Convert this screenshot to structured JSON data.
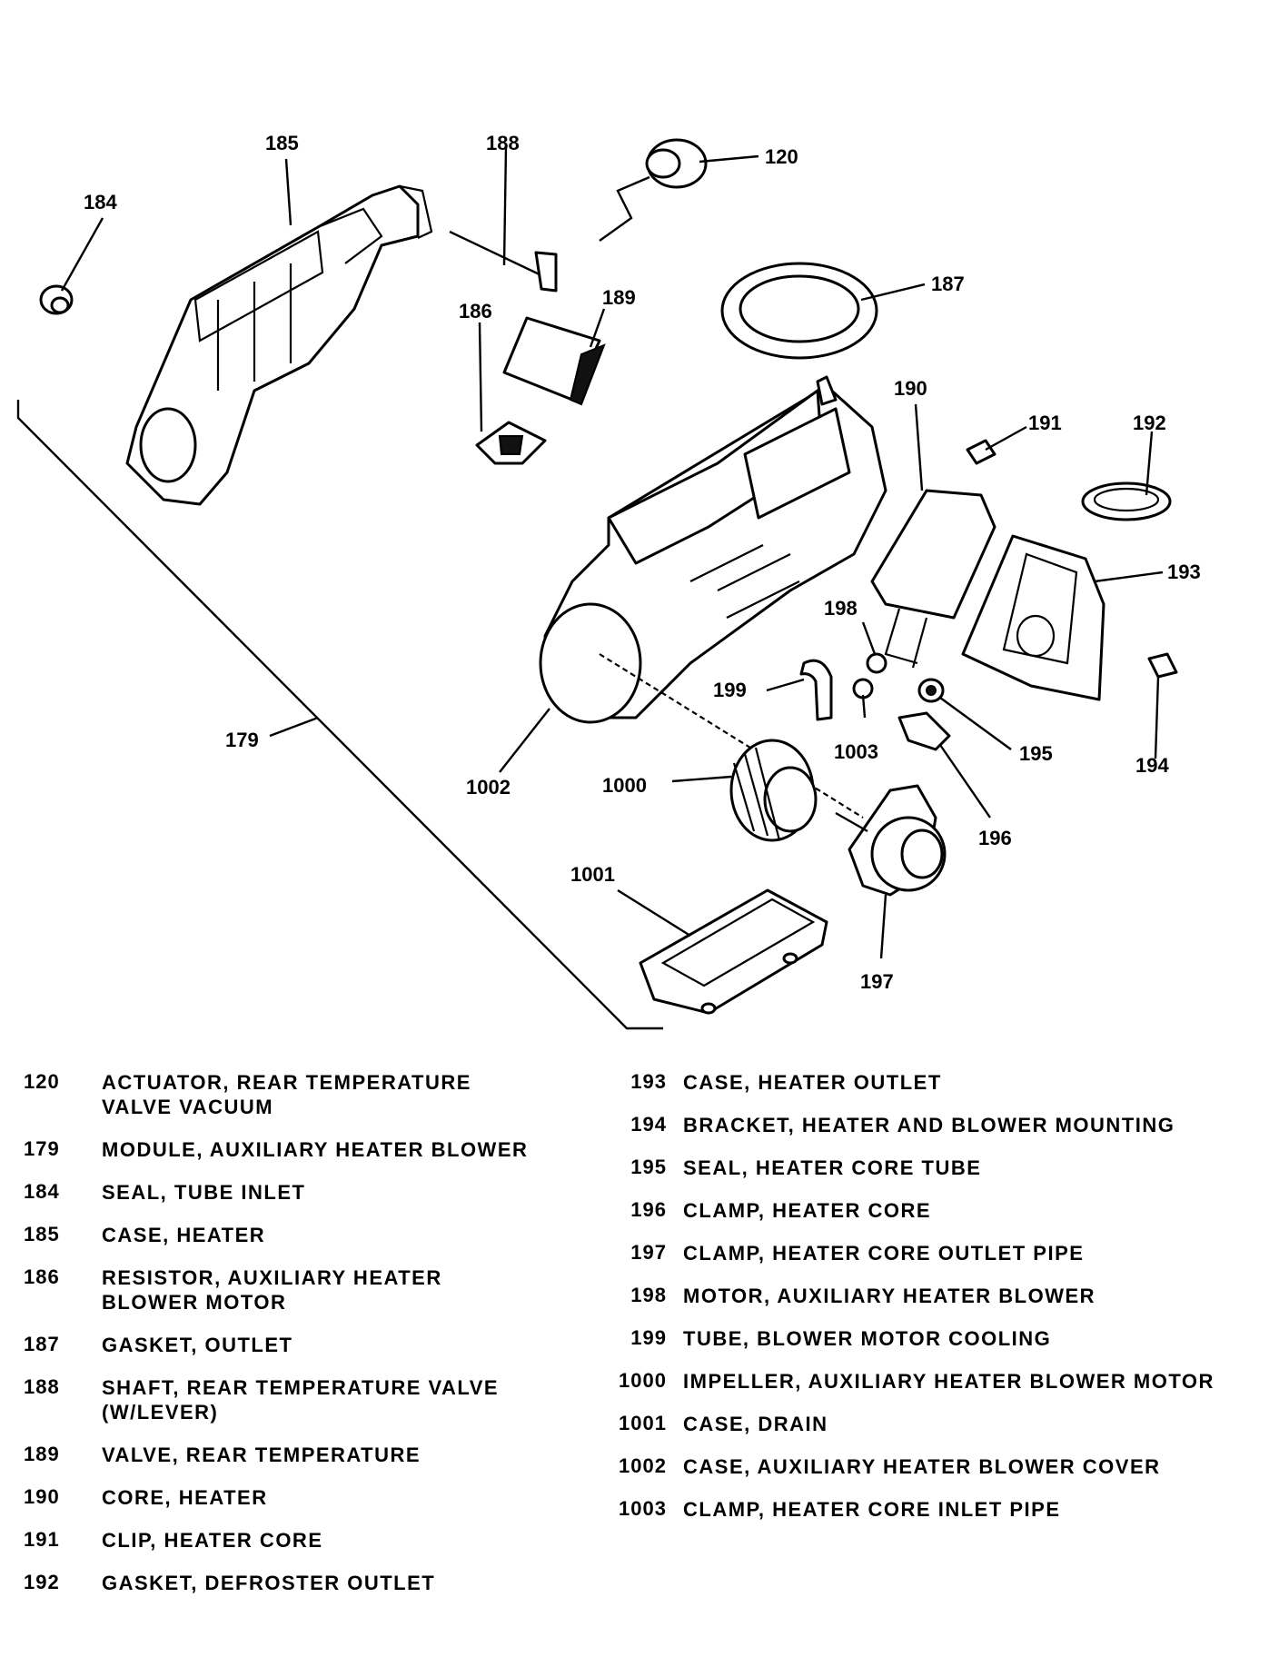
{
  "callouts": [
    {
      "id": "120",
      "label": "120"
    },
    {
      "id": "179",
      "label": "179"
    },
    {
      "id": "184",
      "label": "184"
    },
    {
      "id": "185",
      "label": "185"
    },
    {
      "id": "186",
      "label": "186"
    },
    {
      "id": "187",
      "label": "187"
    },
    {
      "id": "188",
      "label": "188"
    },
    {
      "id": "189",
      "label": "189"
    },
    {
      "id": "190",
      "label": "190"
    },
    {
      "id": "191",
      "label": "191"
    },
    {
      "id": "192",
      "label": "192"
    },
    {
      "id": "193",
      "label": "193"
    },
    {
      "id": "194",
      "label": "194"
    },
    {
      "id": "195",
      "label": "195"
    },
    {
      "id": "196",
      "label": "196"
    },
    {
      "id": "197",
      "label": "197"
    },
    {
      "id": "198",
      "label": "198"
    },
    {
      "id": "199",
      "label": "199"
    },
    {
      "id": "1000",
      "label": "1000"
    },
    {
      "id": "1001",
      "label": "1001"
    },
    {
      "id": "1002",
      "label": "1002"
    },
    {
      "id": "1003",
      "label": "1003"
    }
  ],
  "legend_left": [
    {
      "num": "120",
      "desc": "ACTUATOR, REAR TEMPERATURE\nVALVE VACUUM"
    },
    {
      "num": "179",
      "desc": "MODULE, AUXILIARY HEATER BLOWER"
    },
    {
      "num": "184",
      "desc": "SEAL, TUBE INLET"
    },
    {
      "num": "185",
      "desc": "CASE, HEATER"
    },
    {
      "num": "186",
      "desc": "RESISTOR, AUXILIARY HEATER\nBLOWER MOTOR"
    },
    {
      "num": "187",
      "desc": "GASKET, OUTLET"
    },
    {
      "num": "188",
      "desc": "SHAFT, REAR TEMPERATURE VALVE\n(W/LEVER)"
    },
    {
      "num": "189",
      "desc": "VALVE, REAR TEMPERATURE"
    },
    {
      "num": "190",
      "desc": "CORE, HEATER"
    },
    {
      "num": "191",
      "desc": "CLIP, HEATER CORE"
    },
    {
      "num": "192",
      "desc": "GASKET, DEFROSTER OUTLET"
    }
  ],
  "legend_right": [
    {
      "num": "193",
      "desc": "CASE, HEATER OUTLET"
    },
    {
      "num": "194",
      "desc": "BRACKET, HEATER AND BLOWER MOUNTING"
    },
    {
      "num": "195",
      "desc": "SEAL, HEATER CORE TUBE"
    },
    {
      "num": "196",
      "desc": "CLAMP, HEATER CORE"
    },
    {
      "num": "197",
      "desc": "CLAMP, HEATER CORE OUTLET PIPE"
    },
    {
      "num": "198",
      "desc": "MOTOR, AUXILIARY HEATER BLOWER"
    },
    {
      "num": "199",
      "desc": "TUBE, BLOWER MOTOR COOLING"
    },
    {
      "num": "1000",
      "desc": "IMPELLER, AUXILIARY HEATER BLOWER MOTOR"
    },
    {
      "num": "1001",
      "desc": "CASE, DRAIN"
    },
    {
      "num": "1002",
      "desc": "CASE, AUXILIARY HEATER BLOWER COVER"
    },
    {
      "num": "1003",
      "desc": "CLAMP, HEATER CORE INLET PIPE"
    }
  ]
}
